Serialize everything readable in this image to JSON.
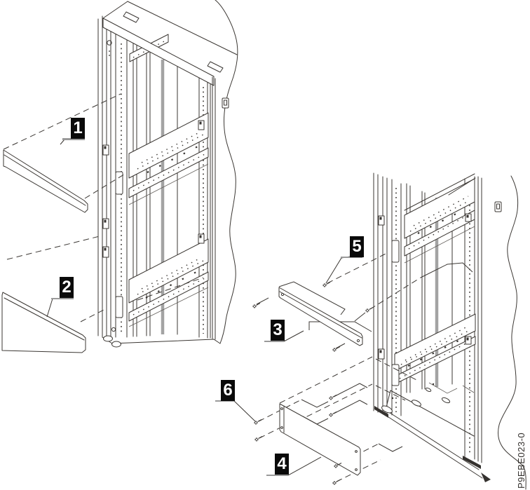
{
  "diagram": {
    "title": "rack-filler-panel-installation",
    "callouts": [
      {
        "label": "1"
      },
      {
        "label": "2"
      },
      {
        "label": "3"
      },
      {
        "label": "4"
      },
      {
        "label": "5"
      },
      {
        "label": "6"
      }
    ],
    "part_number": "P9EBE023-0",
    "colors": {
      "line": "#3b3733",
      "callout_bg": "#0a0a0a",
      "callout_fg": "#ffffff",
      "callout_underline": "#9a9a9a",
      "gray_stripe": "#a3a3a3",
      "background": "#ffffff"
    }
  }
}
